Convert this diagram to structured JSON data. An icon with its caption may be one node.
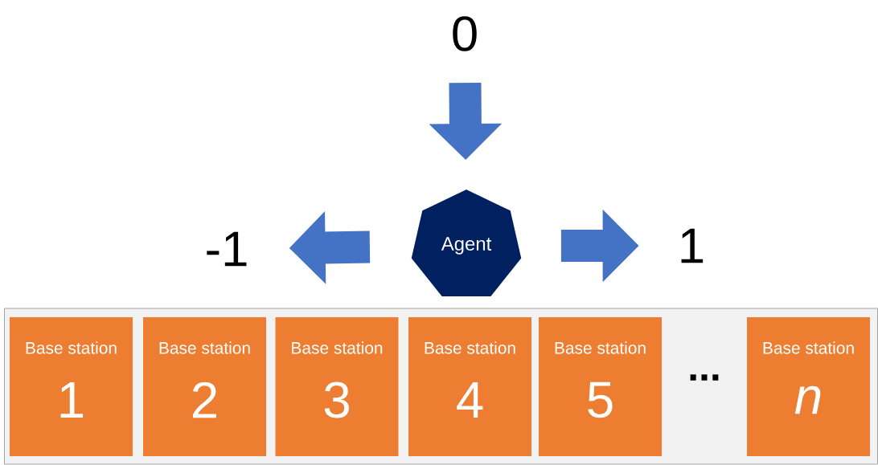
{
  "diagram": {
    "nodes": [
      {
        "text": [
          "0"
        ]
      },
      {
        "text": [
          "Agent"
        ]
      },
      {
        "text": [
          "-1"
        ]
      },
      {
        "text": [
          "1"
        ]
      },
      {
        "text": [],
        "shape": "box"
      },
      {
        "text": [
          "Base station",
          "1"
        ],
        "in": 4
      },
      {
        "text": [
          "Base station",
          "2"
        ],
        "in": 4
      },
      {
        "text": [
          "Base station",
          "3"
        ],
        "in": 4
      },
      {
        "text": [
          "Base station",
          "4"
        ],
        "in": 4
      },
      {
        "text": [
          "Base station",
          "5"
        ],
        "in": 4
      },
      {
        "text": [
          "Base station",
          "n"
        ],
        "in": 4
      }
    ],
    "edges": [
      {
        "from": 0,
        "to": 1,
        "arrow": "to"
      },
      {
        "from": 1,
        "to": 2,
        "arrow": "to"
      },
      {
        "from": 1,
        "to": 3,
        "arrow": "to"
      }
    ],
    "labels": [
      "..."
    ]
  }
}
